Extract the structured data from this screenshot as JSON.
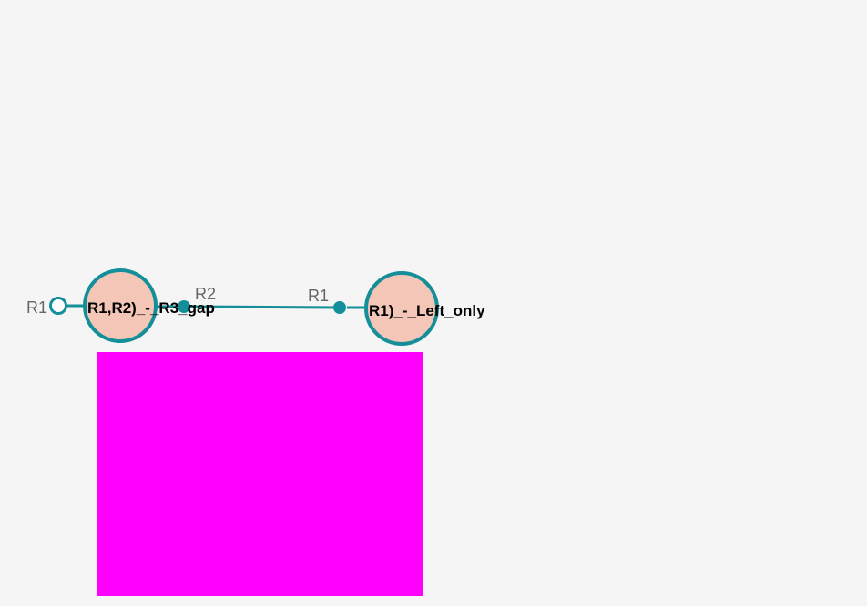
{
  "colors": {
    "background": "#f5f5f5",
    "node_fill": "#f3c6b7",
    "node_stroke": "#148f99",
    "edge": "#148f99",
    "port_label": "#666666",
    "highlight": "#ff00ff"
  },
  "nodes": [
    {
      "id": "node-1",
      "label": "R1,R2)_-_R3_gap",
      "ports": [
        {
          "id": "port-r1-left",
          "label": "R1",
          "style": "open"
        },
        {
          "id": "port-r2-right",
          "label": "R2",
          "style": "filled"
        }
      ]
    },
    {
      "id": "node-2",
      "label": "R1)_-_Left_only",
      "ports": [
        {
          "id": "port-r1-left-2",
          "label": "R1",
          "style": "filled"
        }
      ]
    }
  ],
  "edges": [
    {
      "from": "node-1.R2",
      "to": "node-2.R1"
    }
  ]
}
